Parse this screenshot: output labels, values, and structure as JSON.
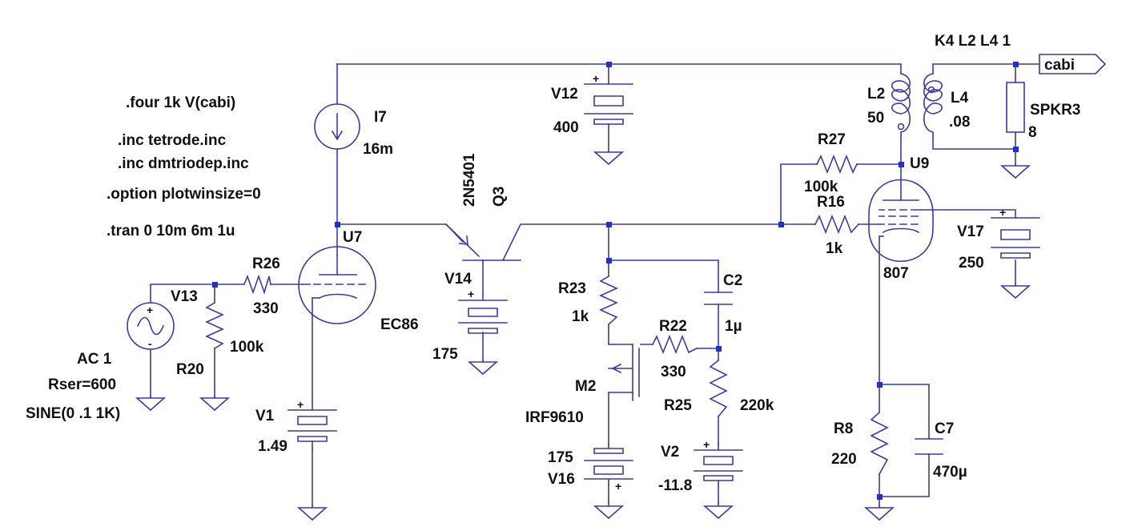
{
  "directives": [
    ".four 1k V(cabi)",
    ".inc tetrode.inc",
    ".inc dmtriodep.inc",
    ".option plotwinsize=0",
    ".tran 0 10m 6m 1u"
  ],
  "coupling": "K4 L2 L4 1",
  "net_label": "cabi",
  "components": {
    "I7": {
      "name": "I7",
      "value": "16m"
    },
    "V12": {
      "name": "V12",
      "value": "400"
    },
    "L2": {
      "name": "L2",
      "value": "50"
    },
    "L4": {
      "name": "L4",
      "value": ".08"
    },
    "SPKR3": {
      "name": "SPKR3",
      "value": "8"
    },
    "R27": {
      "name": "R27",
      "value": "100k"
    },
    "U9": {
      "name": "U9",
      "value": "807"
    },
    "R16": {
      "name": "R16",
      "value": "1k"
    },
    "V17": {
      "name": "V17",
      "value": "250"
    },
    "Q3": {
      "name": "Q3",
      "value": "2N5401"
    },
    "U7": {
      "name": "U7",
      "value": "EC86"
    },
    "R26": {
      "name": "R26",
      "value": "330"
    },
    "V13": {
      "name": "V13",
      "value": "AC 1",
      "extra1": "Rser=600",
      "extra2": "SINE(0 .1 1K)"
    },
    "R20": {
      "name": "R20",
      "value": "100k"
    },
    "V14": {
      "name": "V14",
      "value": "175"
    },
    "V1": {
      "name": "V1",
      "value": "1.49"
    },
    "R23": {
      "name": "R23",
      "value": "1k"
    },
    "C2": {
      "name": "C2",
      "value": "1µ"
    },
    "R22": {
      "name": "R22",
      "value": "330"
    },
    "M2": {
      "name": "M2",
      "value": "IRF9610"
    },
    "R25": {
      "name": "R25",
      "value": "220k"
    },
    "V2": {
      "name": "V2",
      "value": "-11.8"
    },
    "V16": {
      "name": "V16",
      "value": "175"
    },
    "R8": {
      "name": "R8",
      "value": "220"
    },
    "C7": {
      "name": "C7",
      "value": "470µ"
    }
  },
  "colors": {
    "wire": "#3a3aa8",
    "junction": "#1f2fd8",
    "text": "#111111",
    "background": "#ffffff"
  }
}
